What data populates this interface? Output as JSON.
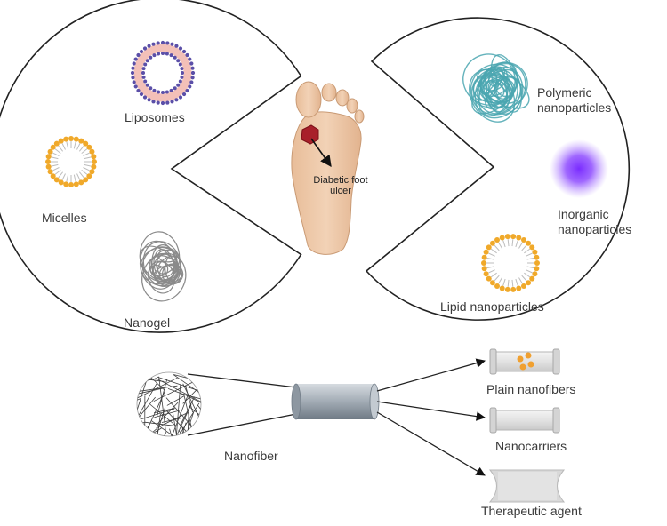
{
  "left_panel": {
    "items": [
      "Liposomes",
      "Micelles",
      "Nanogel"
    ]
  },
  "right_panel": {
    "items": [
      "Polymeric nanoparticles",
      "Inorganic nanoparticles",
      "Lipid nanoparticles"
    ],
    "polymeric_lines": [
      "Polymeric",
      "nanoparticles"
    ],
    "inorganic_lines": [
      "Inorganic",
      "nanoparticles"
    ]
  },
  "center": {
    "foot_lines": [
      "Diabetic foot",
      "ulcer"
    ]
  },
  "bottom": {
    "source": "Nanofiber",
    "outputs": [
      "Plain nanofibers",
      "Nanocarriers",
      "Therapeutic agent"
    ]
  },
  "colors": {
    "outline": "#222222",
    "liposome_head": "#5b4fa8",
    "liposome_tail": "#f3c0b8",
    "micelle_head": "#f0a92a",
    "polymer": "#4aa6b0",
    "inorganic": "#8a3cff",
    "ulcer": "#a8202a",
    "skin": "#ecc6a4",
    "cylinder": "#9aa5b0",
    "tube": "#e6e6e6",
    "drug": "#f0a030"
  },
  "icons": [
    "liposome-icon",
    "micelle-icon",
    "nanogel-icon",
    "foot-icon",
    "polymeric-np-icon",
    "inorganic-np-icon",
    "lipid-np-icon",
    "fiber-mesh-icon",
    "electrospinning-cylinder-icon",
    "plain-fiber-tube-icon",
    "nanocarrier-tube-icon",
    "therapeutic-agent-tube-icon"
  ]
}
